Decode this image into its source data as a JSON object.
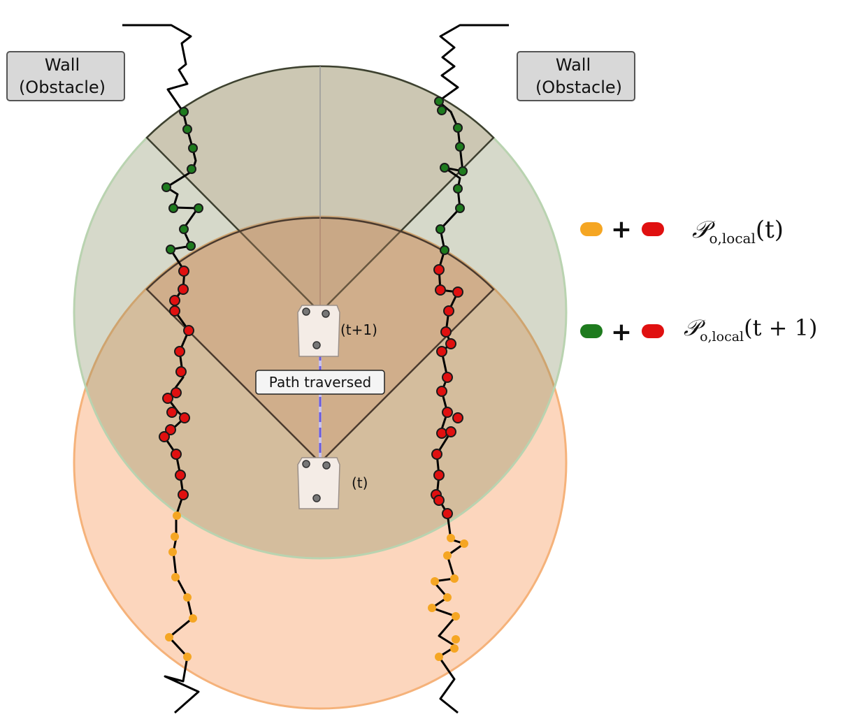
{
  "labels": {
    "wall_left_line1": "Wall",
    "wall_left_line2": "(Obstacle)",
    "wall_right_line1": "Wall",
    "wall_right_line2": "(Obstacle)",
    "robot_next": "(t+1)",
    "robot_now": "(t)",
    "path": "Path traversed"
  },
  "legend": {
    "row1": {
      "plus": "+",
      "symbol": "𝒫",
      "sub": "o,local",
      "arg": "(t)"
    },
    "row2": {
      "plus": "+",
      "symbol": "𝒫",
      "sub": "o,local",
      "arg": "(t + 1)"
    }
  },
  "colors": {
    "green_points": "#1e7b1e",
    "red_points": "#e01010",
    "orange_points": "#f5a623",
    "green_region": "#8fa070",
    "orange_region": "#f7a56a",
    "path_line": "#6a5ad8"
  }
}
